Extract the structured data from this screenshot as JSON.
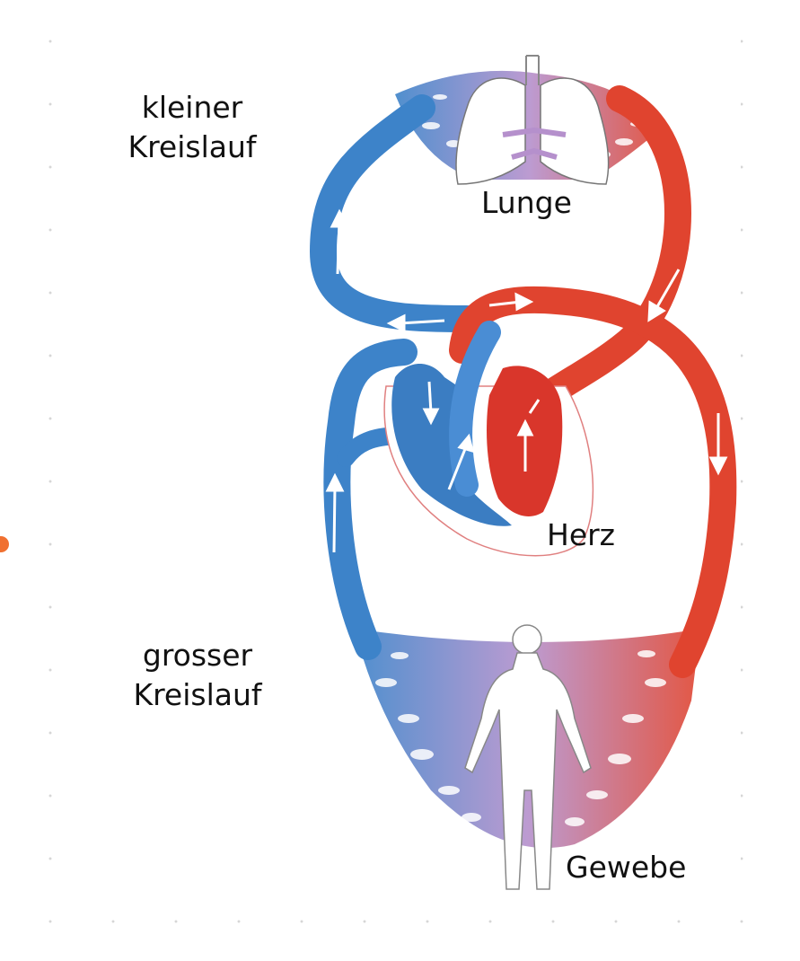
{
  "labels": {
    "small_circuit_line1": "kleiner",
    "small_circuit_line2": "Kreislauf",
    "lung": "Lunge",
    "heart": "Herz",
    "large_circuit_line1": "grosser",
    "large_circuit_line2": "Kreislauf",
    "tissue": "Gewebe"
  },
  "colors": {
    "artery_red": "#e0442f",
    "vein_blue": "#3d83c9",
    "capillary_purple": "#b590cc",
    "lung_fill": "#ffffff",
    "accent_dot": "#f07030"
  },
  "icons": [
    "lungs-icon",
    "heart-icon",
    "human-body-icon",
    "flow-arrow-icon"
  ]
}
